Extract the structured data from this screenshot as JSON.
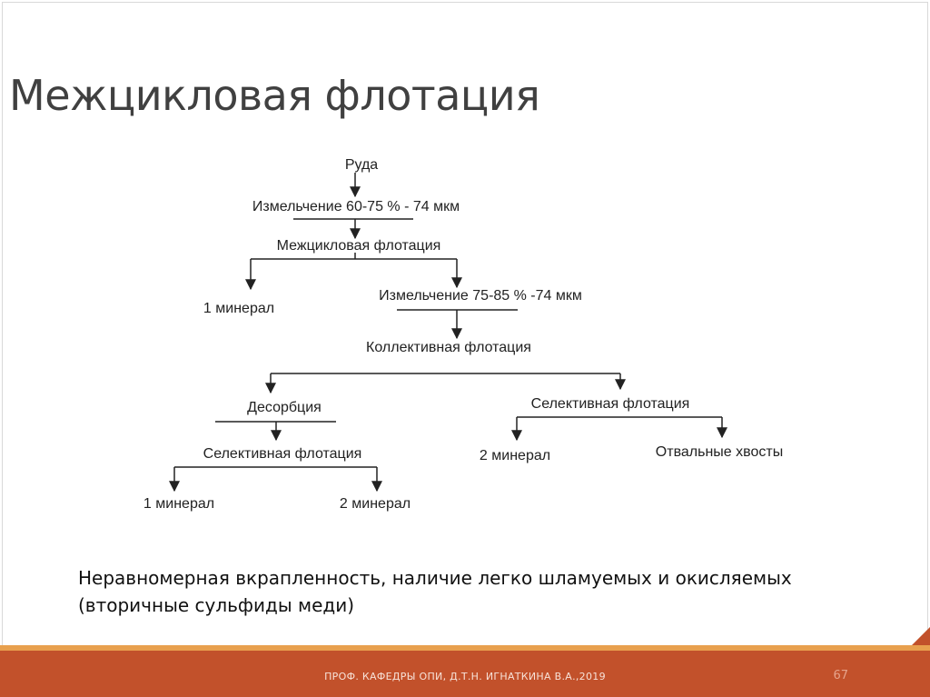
{
  "title": "Межцикловая флотация",
  "diagram": {
    "nodes": {
      "ore": "Руда",
      "grind1": "Измельчение 60-75 % - 74 мкм",
      "intercycle": "Межцикловая флотация",
      "mineral1_top": "1 минерал",
      "grind2": "Измельчение 75-85 % -74 мкм",
      "collective": "Коллективная  флотация",
      "desorption": "Десорбция",
      "selective_right": "Селективная флотация",
      "selective_left": "Селективная флотация",
      "mineral2_right": "2 минерал",
      "tailings": "Отвальные хвосты",
      "mineral1_bottom": "1 минерал",
      "mineral2_bottom": "2 минерал"
    }
  },
  "note": {
    "line1": "Неравномерная вкрапленность, наличие легко шламуемых и окисляемых",
    "line2": "(вторичные сульфиды меди)"
  },
  "footer": {
    "author": "ПРОФ. КАФЕДРЫ ОПИ, Д.Т.Н. ИГНАТКИНА В.А.,2019",
    "page_number": "67"
  },
  "colors": {
    "accent": "#c2512b",
    "accent_light": "#e8a04e"
  }
}
